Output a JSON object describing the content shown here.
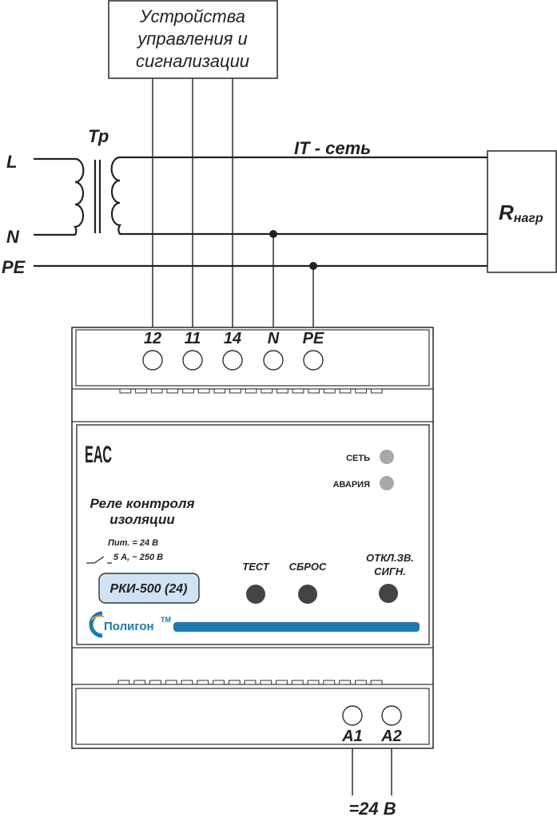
{
  "control_box": {
    "line1": "Устройства",
    "line2": "управления и",
    "line3": "сигнализации"
  },
  "network": {
    "transformer_label": "Тр",
    "it_label": "IT - сеть",
    "line_L": "L",
    "line_N": "N",
    "line_PE": "PE",
    "load_R": "R",
    "load_sub": "нагр"
  },
  "terminals_top": [
    "12",
    "11",
    "14",
    "N",
    "PE"
  ],
  "terminals_bottom": [
    "A1",
    "A2"
  ],
  "supply_label": "=24 В",
  "device": {
    "eac_logo": "ЕАС",
    "led_set": "СЕТЬ",
    "led_alarm": "АВАРИЯ",
    "title_line1": "Реле контроля",
    "title_line2": "изоляции",
    "spec_power": "Пит.  = 24 В",
    "spec_contact": "5 А, ~ 250 В",
    "model": "РКИ-500 (24)",
    "btn_test": "ТЕСТ",
    "btn_reset": "СБРОС",
    "btn_mute_line1": "ОТКЛ.ЗВ.",
    "btn_mute_line2": "СИГН.",
    "brand": "Полигон",
    "brand_tm": "ТМ"
  },
  "colors": {
    "wire": "#222222",
    "led": "#a8a8a8",
    "button": "#444444",
    "model_badge": "#cfe3f4",
    "brand_blue": "#1d78b0"
  }
}
